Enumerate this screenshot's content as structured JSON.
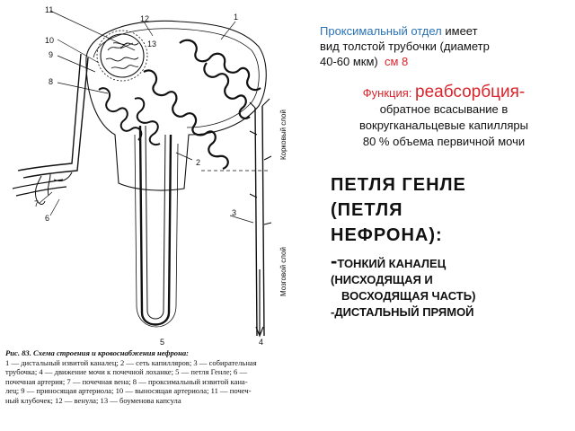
{
  "diagram": {
    "numbers": [
      "1",
      "2",
      "3",
      "4",
      "5",
      "6",
      "7",
      "8",
      "9",
      "10",
      "11",
      "12",
      "13"
    ],
    "cortex_label": "Корковый слой",
    "medulla_label": "Мозговой слой"
  },
  "caption": {
    "title": "Рис. 83. Схема строения и кровоснабжения нефрона:",
    "lines": [
      "1 — дистальный извитой каналец; 2 — сеть капилляров; 3 — собирательная",
      "трубочка; 4 — движение мочи к почечной лоханке; 5 — петля Генле; 6 —",
      "почечная артерия; 7 — почечная вена; 8 — проксимальный извитой кана-",
      "лец; 9 — приносящая артериола; 10 — выносящая артериола; 11 — почеч-",
      "ный клубочек; 12 — венула; 13 — боуменова капсула"
    ]
  },
  "info": {
    "proximal_term": "Проксимальный отдел",
    "proximal_rest": " имеет",
    "line2": "вид толстой трубочки (диаметр",
    "line3": "40-60 мкм)",
    "see": "см 8",
    "function_label": "Функция:",
    "function_main": "реабсорбция-",
    "function_line2": "обратное всасывание в",
    "function_line3": "вокругканальцевые капилляры",
    "function_line4": "80 % объема первичной мочи"
  },
  "loop": {
    "title_l1": "ПЕТЛЯ ГЕНЛЕ",
    "title_l2": "(ПЕТЛЯ",
    "title_l3": "НЕФРОНА):",
    "item1_dash": "-",
    "item1": "ТОНКИЙ КАНАЛЕЦ",
    "item1b": "(НИСХОДЯЩАЯ И",
    "item1c": "ВОСХОДЯЩАЯ ЧАСТЬ)",
    "item2": "-ДИСТАЛЬНЫЙ ПРЯМОЙ"
  }
}
